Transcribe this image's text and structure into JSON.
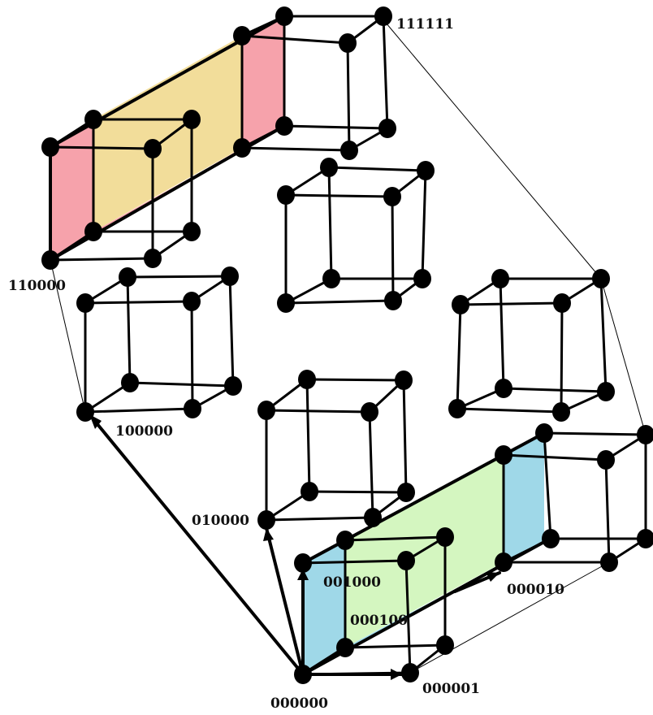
{
  "diagram": {
    "labels": {
      "l111111": "111111",
      "l110000": "110000",
      "l100000": "100000",
      "l010000": "010000",
      "l001000": "001000",
      "l000100": "000100",
      "l000010": "000010",
      "l000001": "000001",
      "l000000": "000000"
    },
    "colors": {
      "red_face": "#f6a2ab",
      "yellow_face": "#f2dd9a",
      "blue_face": "#9fd8e8",
      "green_face": "#d4f6c0",
      "edge": "#000000",
      "vertex": "#000000"
    }
  }
}
